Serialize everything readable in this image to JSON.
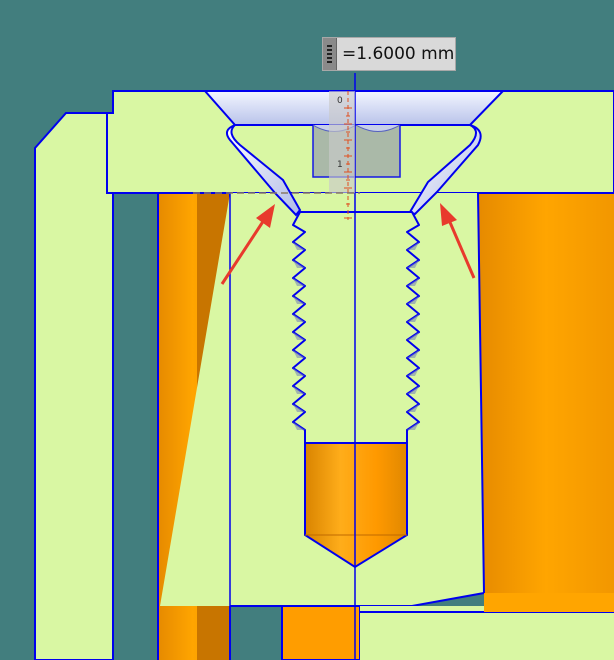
{
  "measurement": {
    "value_text": "=1.6000 mm",
    "icon": "drag-grip-icon"
  },
  "ruler": {
    "labels": [
      "0",
      "1"
    ]
  },
  "annotations": {
    "arrow_color": "#e83a2c",
    "count": 2
  },
  "colors": {
    "background": "#427e7e",
    "section_fill": "#d9f7a3",
    "body_fill": "#ffa500",
    "body_shade": "#c97700",
    "outline": "#0000ee"
  }
}
